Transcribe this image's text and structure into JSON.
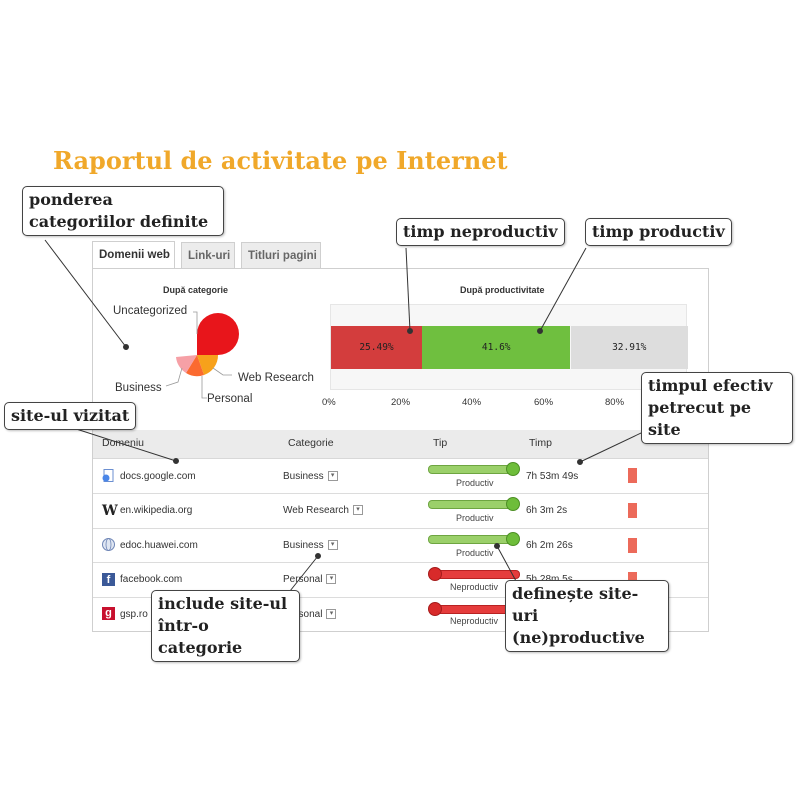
{
  "title": "Raportul de activitate pe Internet",
  "tabs": [
    {
      "label": "Domenii web",
      "active": true
    },
    {
      "label": "Link-uri",
      "active": false
    },
    {
      "label": "Titluri pagini",
      "active": false
    }
  ],
  "pie_chart": {
    "title": "După categorie",
    "labels": [
      "Uncategorized",
      "Web Research",
      "Personal",
      "Business"
    ],
    "colors": {
      "business": "#e8151b",
      "web_research": "#f7a11b",
      "personal": "#fb6a30",
      "other": "#f6a0a6"
    }
  },
  "bar_chart": {
    "title": "După productivitate",
    "segments": [
      {
        "label": "25.49%",
        "value": 25.49,
        "color": "#d33d3d"
      },
      {
        "label": "41.6%",
        "value": 41.6,
        "color": "#6fbf3f"
      },
      {
        "label": "32.91%",
        "value": 32.91,
        "color": "#dddddd"
      }
    ],
    "ticks": [
      "0%",
      "20%",
      "40%",
      "60%",
      "80%"
    ]
  },
  "table": {
    "headers": {
      "domain": "Domeniu",
      "category": "Categorie",
      "type": "Tip",
      "time": "Timp"
    },
    "rows": [
      {
        "domain": "docs.google.com",
        "category": "Business",
        "type": "Productiv",
        "time": "7h 53m 49s",
        "icon": "google-docs-icon"
      },
      {
        "domain": "en.wikipedia.org",
        "category": "Web Research",
        "type": "Productiv",
        "time": "6h 3m 2s",
        "icon": "wikipedia-icon"
      },
      {
        "domain": "edoc.huawei.com",
        "category": "Business",
        "type": "Productiv",
        "time": "6h 2m 26s",
        "icon": "globe-icon"
      },
      {
        "domain": "facebook.com",
        "category": "Personal",
        "type": "Neproductiv",
        "time": "5h 28m 5s",
        "icon": "facebook-icon"
      },
      {
        "domain": "gsp.ro",
        "category": "Personal",
        "type": "Neproductiv",
        "time": "",
        "icon": "gsp-icon"
      }
    ]
  },
  "callouts": {
    "categories_weight": "ponderea categoriilor definite",
    "unproductive_time": "timp neproductiv",
    "productive_time": "timp productiv",
    "site_visited": "site-ul vizitat",
    "effective_time": "timpul efectiv petrecut pe site",
    "include_site": "include site-ul într-o categorie",
    "define_productive": "definește site-uri (ne)productive"
  }
}
